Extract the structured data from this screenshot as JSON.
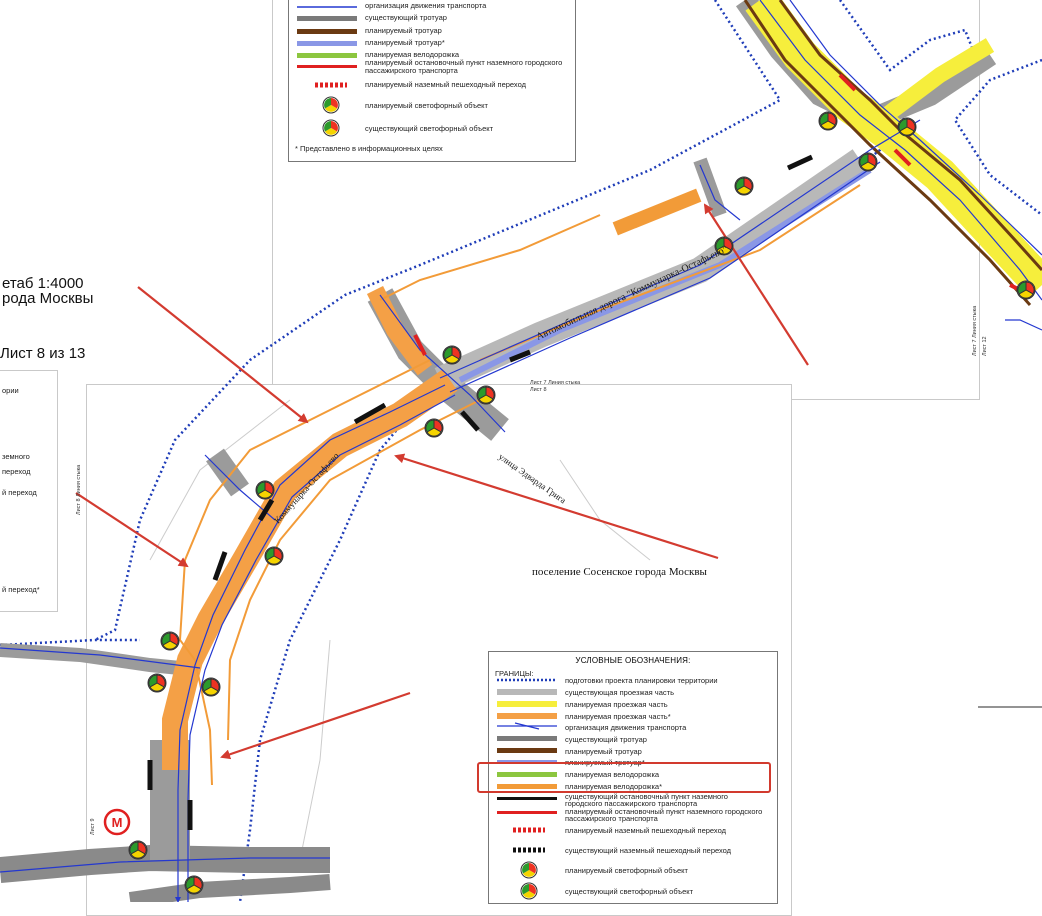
{
  "left_fragment": {
    "scale": "етаб 1:4000",
    "city": "рода Москвы",
    "sheet": "Лист 8 из 13",
    "lines": [
      "ории",
      "земного",
      "переход",
      "й переход",
      "й переход*"
    ]
  },
  "top_legend": {
    "rows": [
      "организация движения транспорта",
      "существующий тротуар",
      "планируемый тротуар",
      "планируемый тротуар*",
      "планируемая велодорожка",
      "планируемый остановочный пункт наземного городского пассажирского транспорта",
      "планируемый наземный пешеходный переход",
      "планируемый светофорный объект",
      "существующий светофорный объект"
    ],
    "footnote": "* Представлено в информационных целях"
  },
  "map_labels": {
    "road_a": "Автомобильная дорога \"Коммунарка-Остафьево\"",
    "road_b": "Коммунарка-Остафьево",
    "street": "улица Эдварда Грига",
    "settlement": "поселение Сосенское города Москвы",
    "sheet_joint_1": "Лист 7 Линия стыка",
    "sheet_joint_1b": "Лист 8",
    "sheet_joint_2": "Лист 7 Линия стыка",
    "sheet_joint_2b": "Лист 12",
    "sheet_joint_3": "Лист 8 Линия стыка",
    "sheet_joint_4": "Лист 9",
    "metro": "М"
  },
  "legend": {
    "title": "УСЛОВНЫЕ ОБОЗНАЧЕНИЯ:",
    "group": "ГРАНИЦЫ:",
    "rows": [
      "подготовки проекта планировки территории",
      "существующая проезжая часть",
      "планируемая проезжая часть",
      "планируемая проезжая часть*",
      "организация движения транспорта",
      "существующий тротуар",
      "планируемый тротуар",
      "планируемый тротуар*",
      "планируемая велодорожка",
      "планируемая велодорожка*",
      "существующий остановочный пункт наземного городского пассажирского транспорта",
      "планируемый остановочный пункт наземного городского пассажирского транспорта",
      "планируемый наземный пешеходный переход",
      "существующий наземный пешеходный переход",
      "планируемый светофорный объект",
      "существующий светофорный объект"
    ]
  },
  "colors": {
    "boundary": "#1f3db8",
    "road_existing": "#9b9b9b",
    "road_planned": "#f6ee3c",
    "road_planned_info": "#f4a046",
    "sidewalk_existing": "#7a7a7a",
    "sidewalk_planned": "#6b3a12",
    "sidewalk_planned_info": "#8a97e6",
    "bike_planned": "#8cc63f",
    "bike_planned_info": "#f29b38",
    "arrow": "#d33b30",
    "traffic": "#2438d0"
  }
}
